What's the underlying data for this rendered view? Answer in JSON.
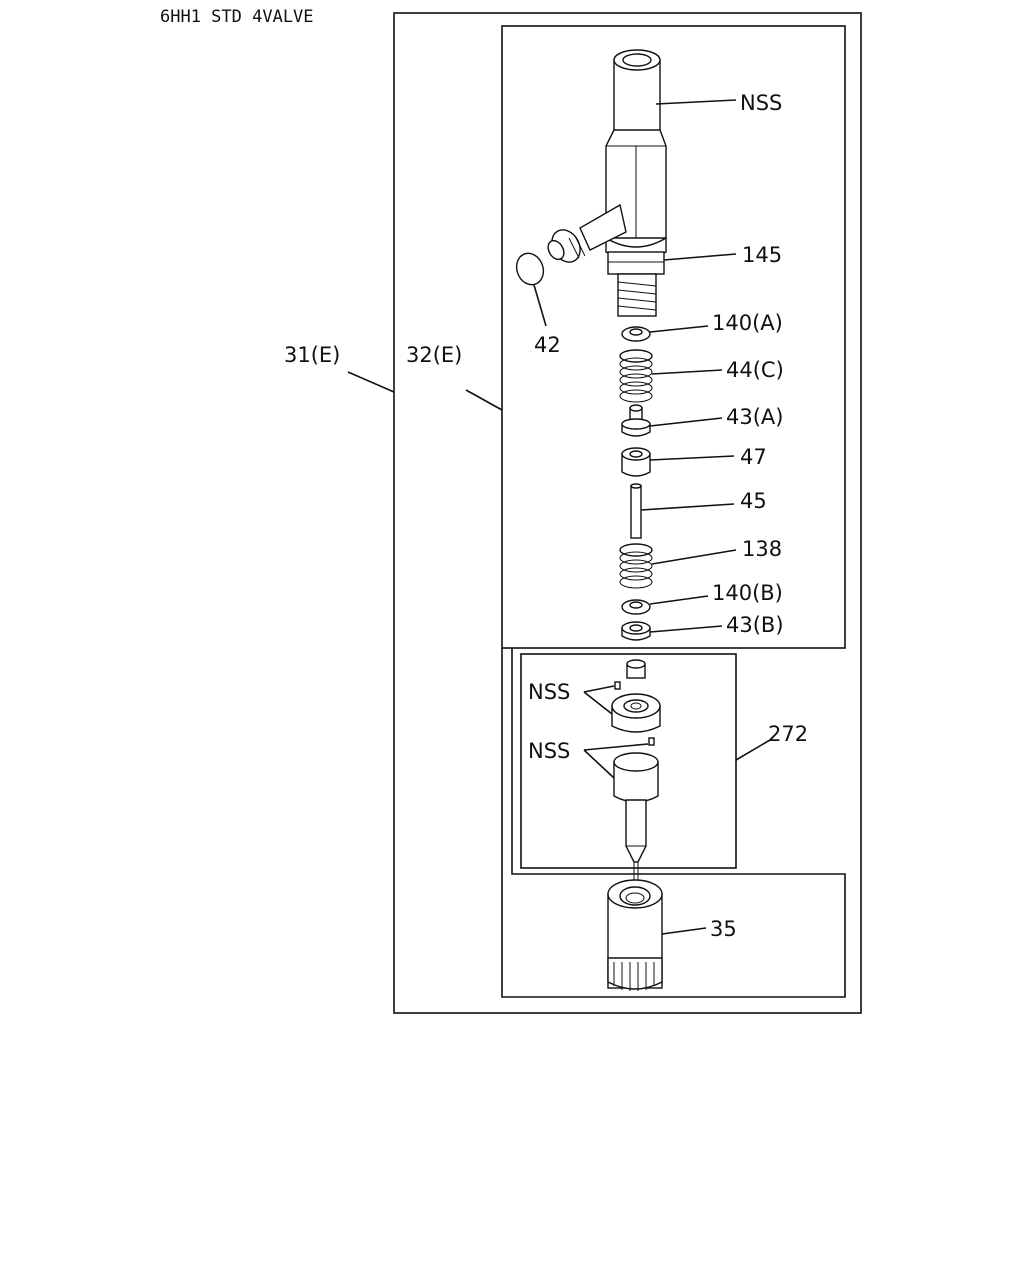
{
  "title": "6HH1 STD 4VALVE",
  "assemblies": [
    {
      "id": "outer-assembly",
      "label": "31(E)"
    },
    {
      "id": "inner-assembly",
      "label": "32(E)"
    },
    {
      "id": "nozzle-kit",
      "label": "272"
    }
  ],
  "callouts": [
    {
      "id": "body",
      "label": "NSS"
    },
    {
      "id": "part-145",
      "label": "145"
    },
    {
      "id": "part-42",
      "label": "42"
    },
    {
      "id": "part-140a",
      "label": "140(A)"
    },
    {
      "id": "part-44c",
      "label": "44(C)"
    },
    {
      "id": "part-43a",
      "label": "43(A)"
    },
    {
      "id": "part-47",
      "label": "47"
    },
    {
      "id": "part-45",
      "label": "45"
    },
    {
      "id": "part-138",
      "label": "138"
    },
    {
      "id": "part-140b",
      "label": "140(B)"
    },
    {
      "id": "part-43b",
      "label": "43(B)"
    },
    {
      "id": "nss-pins-upper",
      "label": "NSS"
    },
    {
      "id": "nss-pins-lower",
      "label": "NSS"
    },
    {
      "id": "part-35",
      "label": "35"
    }
  ]
}
